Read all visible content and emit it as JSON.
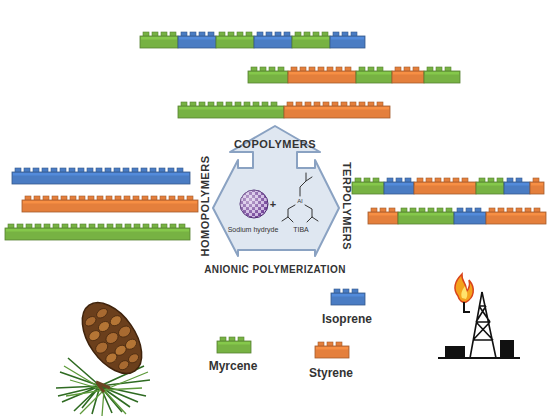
{
  "diagram": {
    "labels": [
      "COPOLYMERS",
      "HOMOPOLYMERS",
      "TERPOLYMERS",
      "ANIONIC POLYMERIZATION",
      "Sodium hydryde",
      "+",
      "TIBA",
      "Al"
    ],
    "legend": [
      {
        "text": "Myrcene",
        "color": "#77b243"
      },
      {
        "text": "Isoprene",
        "color": "#4a7cc3"
      },
      {
        "text": "Styrene",
        "color": "#e47f3c"
      }
    ]
  }
}
